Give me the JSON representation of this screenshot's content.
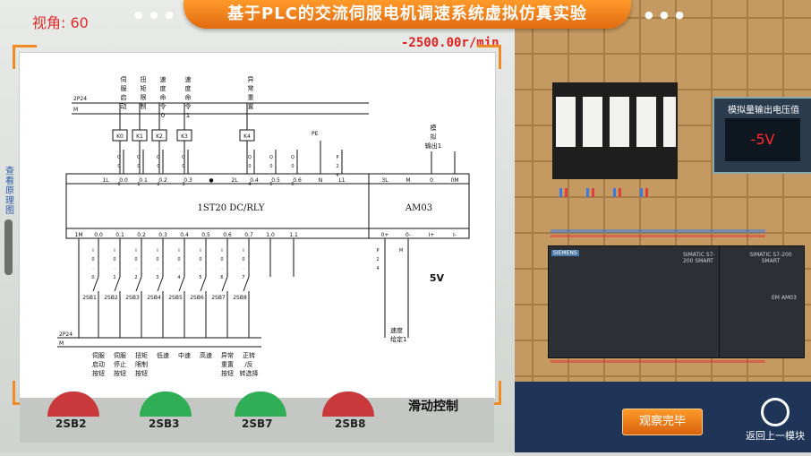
{
  "header": {
    "title": "基于PLC的交流伺服电机调速系统虚拟仿真实验",
    "view": "视角: 60"
  },
  "speed_display": "-2500.00r/min",
  "side_tab": "查看原理图",
  "diagram": {
    "top_labels": [
      "伺服启动",
      "扭矩限制",
      "速度命令选择0",
      "速度命令选择1",
      "异常重置"
    ],
    "relays": [
      "K0",
      "K1",
      "K2",
      "K3",
      "K4"
    ],
    "rail_24": "2P24",
    "rail_m": "M",
    "out_terminals": [
      "1L",
      "0.0",
      "0.1",
      "0.2",
      "0.3",
      "●",
      "2L",
      "0.4",
      "0.5",
      "0.6",
      "N",
      "L1"
    ],
    "out_wires": [
      "Q0.0",
      "Q0.1",
      "Q0.2",
      "Q0.3",
      "Q0.4",
      "Q0.5",
      "Q0.6",
      "P24"
    ],
    "pe": "PE",
    "analog_label": "模拟输出1",
    "am_top": [
      "3L",
      "M",
      "0",
      "0M"
    ],
    "cpu_name": "1ST20 DC/RLY",
    "am_name": "AM03",
    "in_terminals": [
      "1M",
      "0.0",
      "0.1",
      "0.2",
      "0.3",
      "0.4",
      "0.5",
      "0.6",
      "0.7",
      "1.0",
      "1.1"
    ],
    "in_wires": [
      "I0.0",
      "I0.1",
      "I0.2",
      "I0.3",
      "I0.4",
      "I0.5",
      "I0.6",
      "I0.7"
    ],
    "am_bottom": [
      "0+",
      "0-",
      "I+",
      "I-"
    ],
    "am_wires": [
      "P24",
      "M"
    ],
    "switches": [
      "2SB1",
      "2SB2",
      "2SB3",
      "2SB4",
      "2SB5",
      "2SB6",
      "2SB7",
      "2SB8"
    ],
    "voltage": "5V",
    "speed_set": "速度给定1",
    "bottom_rails": [
      "2P24",
      "M"
    ],
    "bottom_labels": [
      "伺服启动按钮",
      "伺服停止按钮",
      "扭矩限制按钮",
      "低速",
      "中速",
      "高速",
      "异常重置按钮",
      "正转/反转选择"
    ]
  },
  "bottom": {
    "labels": [
      "2SB2",
      "2SB3",
      "2SB7",
      "2SB8"
    ],
    "slide": "滑动控制"
  },
  "right": {
    "voltage_title": "模拟量输出电压值",
    "voltage_value": "-5V",
    "plc_brand": "SIEMENS",
    "plc_model": "SIMATIC S7-200 SMART",
    "plc2_model": "SIMATIC S7-200 SMART",
    "plc2_module": "EM AM03",
    "done_button": "观察完毕",
    "back_button": "返回上一模块"
  },
  "colors": {
    "accent": "#f08a24",
    "speed_red": "#e02020"
  }
}
